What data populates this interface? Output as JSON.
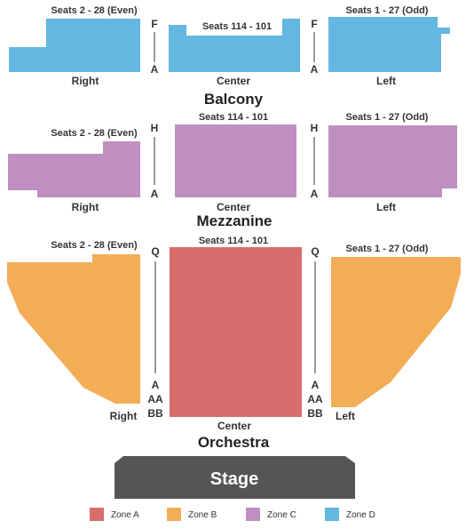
{
  "colors": {
    "zone_a": "#d86e6b",
    "zone_b": "#f4ad57",
    "zone_c": "#bf8fc2",
    "zone_d": "#63b7e0",
    "stage": "#555555"
  },
  "balcony": {
    "title": "Balcony",
    "right_seats": "Seats 2 - 28 (Even)",
    "center_seats": "Seats 114 - 101",
    "left_seats": "Seats 1 - 27 (Odd)",
    "right_label": "Right",
    "center_label": "Center",
    "left_label": "Left",
    "row_top": "F",
    "row_bottom": "A",
    "zone": "Zone D"
  },
  "mezzanine": {
    "title": "Mezzanine",
    "right_seats": "Seats 2 - 28 (Even)",
    "center_seats": "Seats 114 - 101",
    "left_seats": "Seats 1 - 27 (Odd)",
    "right_label": "Right",
    "center_label": "Center",
    "left_label": "Left",
    "row_top": "H",
    "row_bottom": "A",
    "zone": "Zone C"
  },
  "orchestra": {
    "title": "Orchestra",
    "right_seats": "Seats 2 - 28 (Even)",
    "center_seats": "Seats 114 - 101",
    "left_seats": "Seats 1 - 27 (Odd)",
    "right_label": "Right",
    "center_label": "Center",
    "left_label": "Left",
    "row_top": "Q",
    "row_a": "A",
    "row_aa": "AA",
    "row_bb": "BB",
    "center_zone": "Zone A",
    "side_zone": "Zone B"
  },
  "stage": {
    "label": "Stage"
  },
  "legend": [
    {
      "label": "Zone A",
      "color": "#d86e6b"
    },
    {
      "label": "Zone B",
      "color": "#f4ad57"
    },
    {
      "label": "Zone C",
      "color": "#bf8fc2"
    },
    {
      "label": "Zone D",
      "color": "#63b7e0"
    }
  ]
}
